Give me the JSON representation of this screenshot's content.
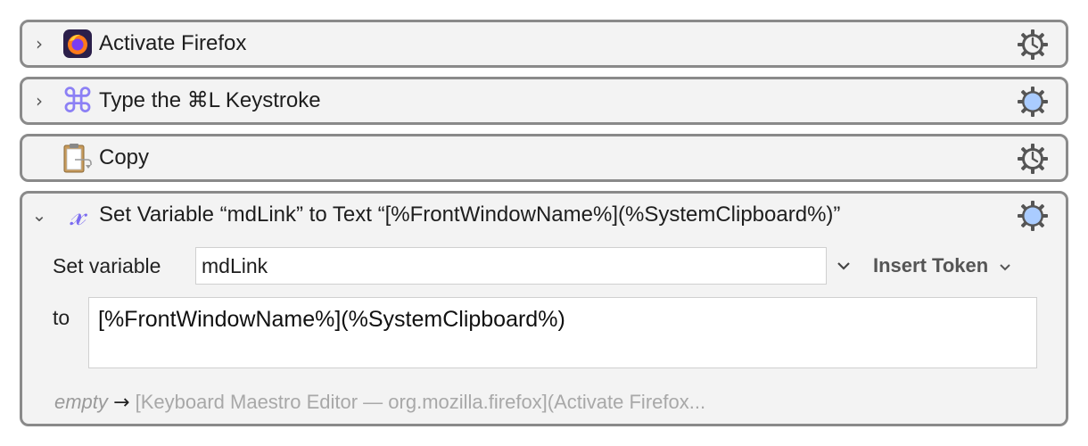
{
  "actions": [
    {
      "title": "Activate Firefox",
      "disclosure": "›",
      "icon": "firefox-icon",
      "gear_color": "#555555"
    },
    {
      "title": "Type the ⌘L Keystroke",
      "disclosure": "›",
      "icon": "command-key-icon",
      "gear_color": "#aaccff"
    },
    {
      "title": "Copy",
      "icon": "clipboard-icon",
      "gear_color": "#555555"
    },
    {
      "title": "Set Variable “mdLink” to Text “[%FrontWindowName%](%SystemClipboard%)”",
      "disclosure": "⌄",
      "icon": "variable-x-icon",
      "gear_color": "#aaccff",
      "set_variable_label": "Set variable",
      "variable_value": "mdLink",
      "insert_token_label": "Insert Token",
      "to_label": "to",
      "text_value": "[%FrontWindowName%](%SystemClipboard%)",
      "preview_empty": "empty",
      "preview_arrow": "→",
      "preview_text": "[Keyboard Maestro Editor — org.mozilla.firefox](Activate Firefox..."
    }
  ],
  "colors": {
    "border": "#8a8a8a",
    "background": "#f3f3f3",
    "variable_icon": "#7b6cf0",
    "command_icon": "#8c80f5"
  }
}
